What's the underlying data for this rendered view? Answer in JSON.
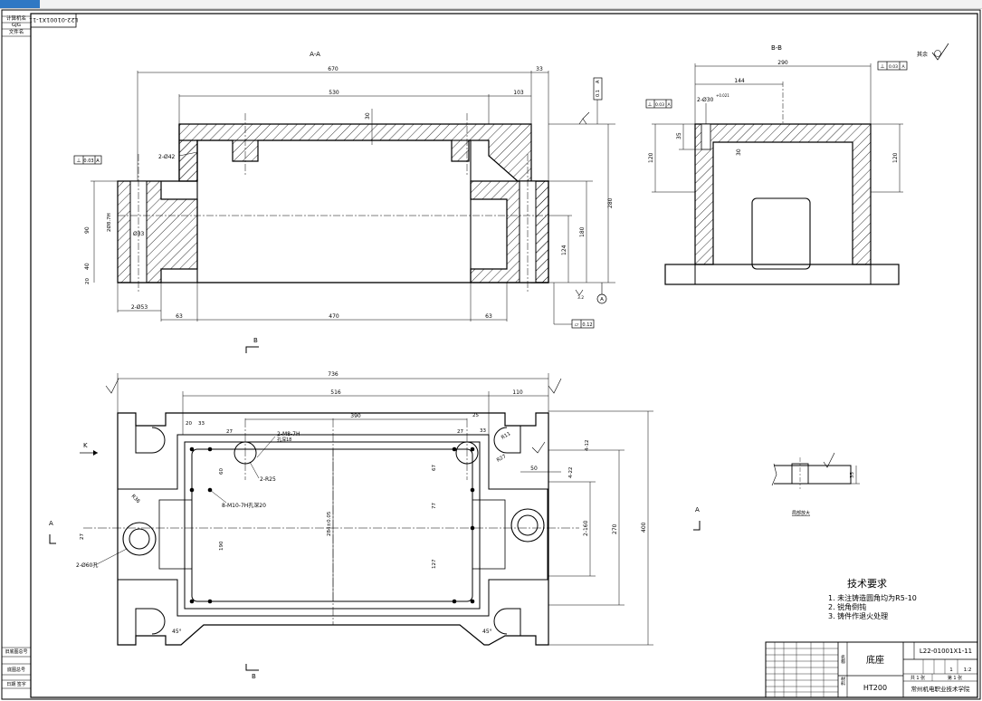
{
  "toolbar": {
    "active_tab_color": "#2f78c4"
  },
  "side_strip": {
    "rows": [
      "计算机名",
      "GJG",
      "文件名"
    ],
    "bottom_rows": [
      "旧底图总号",
      "底图总号",
      "日期 签字"
    ]
  },
  "drawing_number_box": "L22-01001X1-11",
  "views": {
    "section_aa": {
      "title": "A-A",
      "dims": {
        "overall": "670",
        "right_small": "33",
        "inner": "530",
        "right_step": "103",
        "top_wall": "30",
        "height": "280",
        "h180": "180",
        "h124": "124",
        "h90": "90",
        "h40": "40",
        "h20": "20",
        "left_63": "63",
        "center_470": "470",
        "right_63": "63"
      },
      "callouts": {
        "hole_top": "2-Ø42",
        "hole_mid": "Ø33",
        "hole_bottom": "2-Ø53",
        "fit": "2Ø8.7H",
        "perp_tol": "0.03",
        "perp_datum": "A",
        "par_tol": "0.1",
        "par_datum": "A",
        "flat_tol": "0.12",
        "datum_label": "A",
        "roughness": "3.2"
      }
    },
    "section_bb": {
      "title": "B-B",
      "dims": {
        "width": "290",
        "w144": "144",
        "h120_left": "120",
        "h120_right": "120",
        "h35": "35",
        "h30": "30"
      },
      "callouts": {
        "hole": "2-Ø30",
        "hole_tol": "+0.021",
        "perp_tol": "0.03",
        "perp_datum": "A",
        "rest_label": "其余",
        "box_tol": "0.03",
        "box_datum": "A"
      }
    },
    "plan": {
      "dims": {
        "overall": "736",
        "inner": "516",
        "right": "110",
        "center": "390",
        "d20": "20",
        "d33": "33",
        "d27a": "27",
        "d27b": "27",
        "d25": "25",
        "d33b": "33",
        "d50": "50",
        "d60": "60",
        "d67": "67",
        "d77": "77",
        "d127": "127",
        "d190": "190",
        "h270": "270",
        "h400": "400",
        "h2_160": "2-160",
        "h4_12": "4-12",
        "h4_22": "4-22",
        "center_vert": "284±0.05",
        "d27left": "27"
      },
      "callouts": {
        "tap": "2-M8-7H",
        "tap_depth": "孔深18",
        "radius": "2-R25",
        "tap2": "8-M10-7H孔深20",
        "r36": "R36",
        "hole_left": "2-Ø60孔",
        "r11": "R11",
        "r27": "R27",
        "angle_l": "45°",
        "angle_r": "45°",
        "section_b_top": "B",
        "section_b_bottom": "B",
        "section_a_left": "A",
        "section_a_right": "A",
        "view_k": "K"
      }
    },
    "detail": {
      "caption": "局部放大",
      "dim": "35"
    }
  },
  "notes": {
    "title": "技术要求",
    "items": [
      "1. 未注铸造圆角均为R5-10",
      "2. 锐角倒钝",
      "3. 铸件作退火处理"
    ]
  },
  "title_block": {
    "part_name": "底座",
    "material": "HT200",
    "drawing_no": "L22-01001X1-11",
    "scale": "1:2",
    "quantity": "1",
    "school": "常州机电职业技术学院",
    "label_name": "名称",
    "label_material": "材料",
    "sheet_total": "共 1 张",
    "sheet_no": "第 1 张"
  }
}
